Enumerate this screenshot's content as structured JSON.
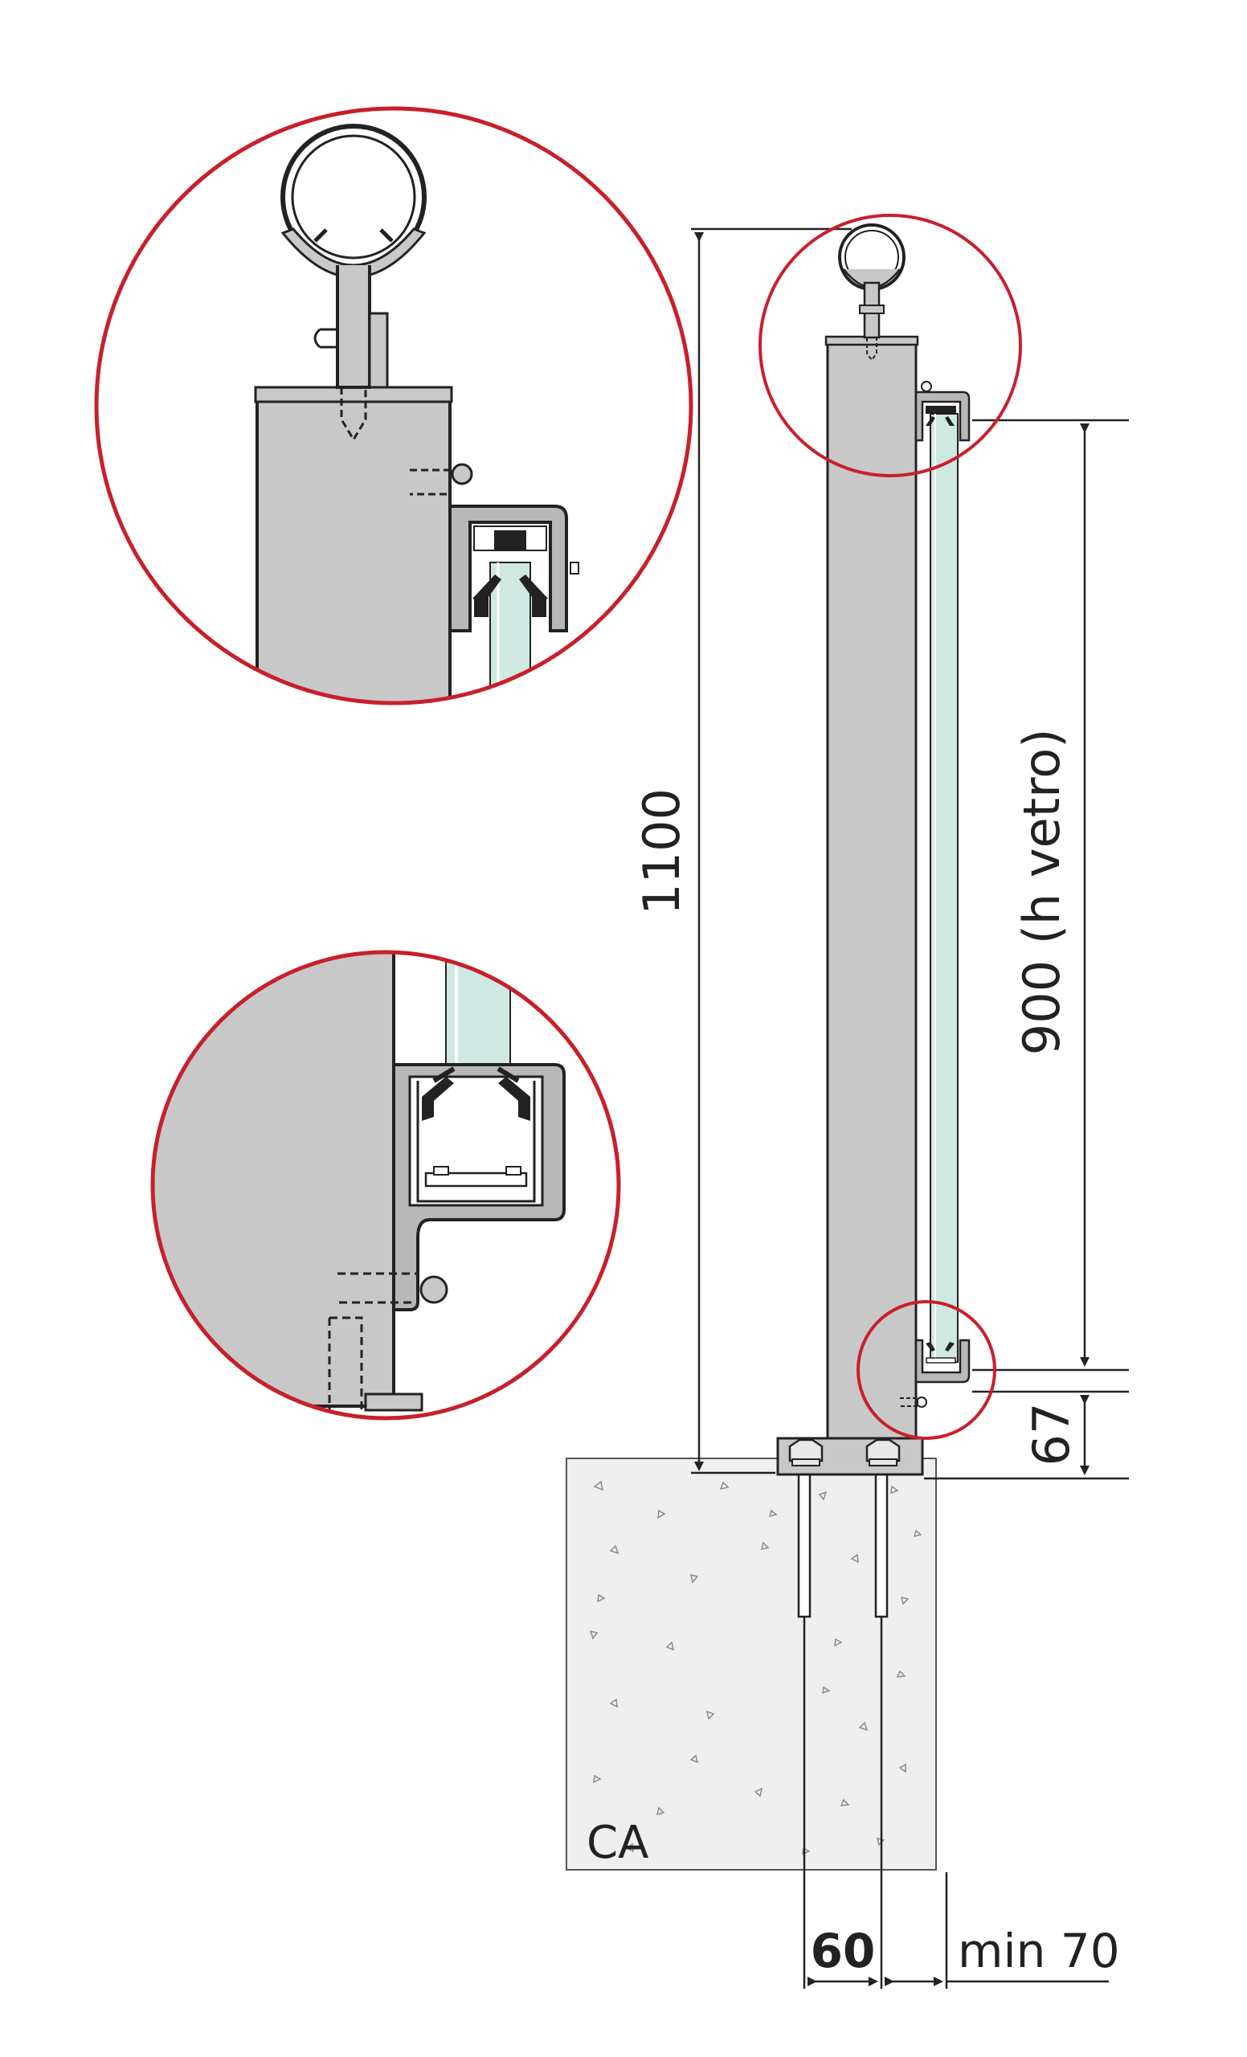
{
  "dimensions": {
    "total_height": "1100",
    "glass_height": "900 (h vetro)",
    "base_offset": "67",
    "anchor_spacing": "60",
    "edge_distance": "min 70"
  },
  "labels": {
    "concrete": "CA"
  },
  "colors": {
    "post": "#c8c8c8",
    "glass": "#cfe8e2",
    "concrete": "#efefef",
    "detail_circle": "#c8202a",
    "line": "#222222"
  }
}
